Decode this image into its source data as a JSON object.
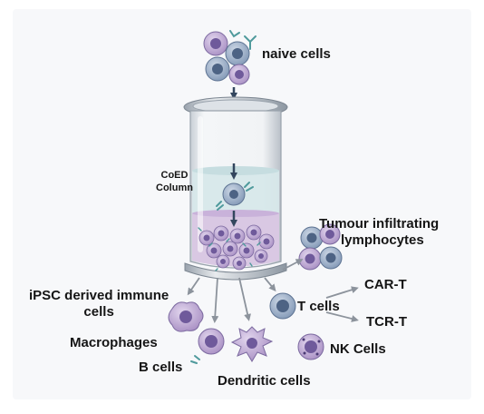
{
  "labels": {
    "naive_cells": "naive cells",
    "column_line1": "CoED",
    "column_line2": "Column",
    "til_line1": "Tumour infiltrating",
    "til_line2": "lymphocytes",
    "ipsc_line1": "iPSC derived immune",
    "ipsc_line2": "cells",
    "macrophages": "Macrophages",
    "b_cells": "B cells",
    "dendritic_cells": "Dendritic cells",
    "t_cells": "T cells",
    "car_t": "CAR-T",
    "tcr_t": "TCR-T",
    "nk_cells": "NK Cells"
  },
  "colors": {
    "cell_purple": "#b9a3cf",
    "nucleus_purple": "#6f5a9b",
    "cell_blue": "#8fa4bf",
    "nucleus_blue": "#4d6384",
    "column_liquid_top": "#d7e8ea",
    "column_bed": "#d9c8e3",
    "arrow_dark": "#33465e",
    "arrow_gray": "#8c939c",
    "antibody_teal": "#4f9a9c"
  },
  "icons": [
    "antibody-icon",
    "cell-icon",
    "column-icon",
    "arrow-icon"
  ]
}
